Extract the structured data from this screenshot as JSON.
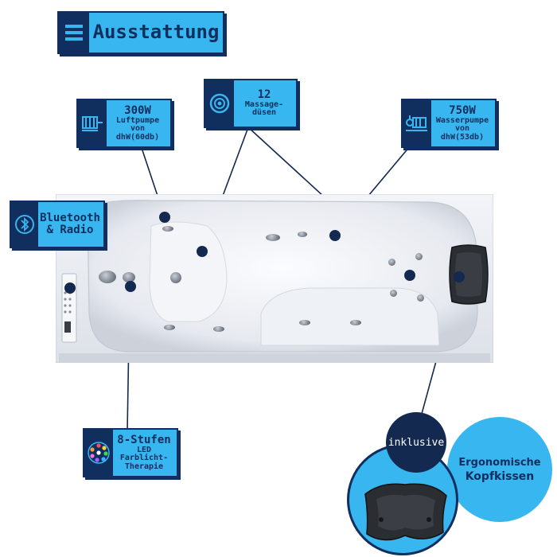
{
  "title": {
    "text": "Ausstattung",
    "icon": "list-icon"
  },
  "features": {
    "luftpumpe": {
      "line1": "300W",
      "line2": "Luftpumpe",
      "line3": "von dhW(60db)",
      "icon": "motor-icon"
    },
    "massageduesen": {
      "line1": "12",
      "line2": "Massage-",
      "line3": "düsen",
      "icon": "jet-nozzle-icon"
    },
    "wasserpumpe": {
      "line1": "750W",
      "line2": "Wasserpumpe",
      "line3": "von dhW(53db)",
      "icon": "water-pump-icon"
    },
    "bluetooth": {
      "line1": "Bluetooth",
      "line2": "& Radio",
      "icon": "bluetooth-icon"
    },
    "led": {
      "line1": "8-Stufen",
      "line2": "LED Farblicht-",
      "line3": "Therapie",
      "icon": "color-led-icon"
    }
  },
  "inklusive": {
    "badge": "inklusive",
    "line1": "Ergonomische",
    "line2": "Kopfkissen"
  },
  "colors": {
    "accent": "#38b6f0",
    "navy": "#102f5e",
    "line": "#13294f"
  }
}
